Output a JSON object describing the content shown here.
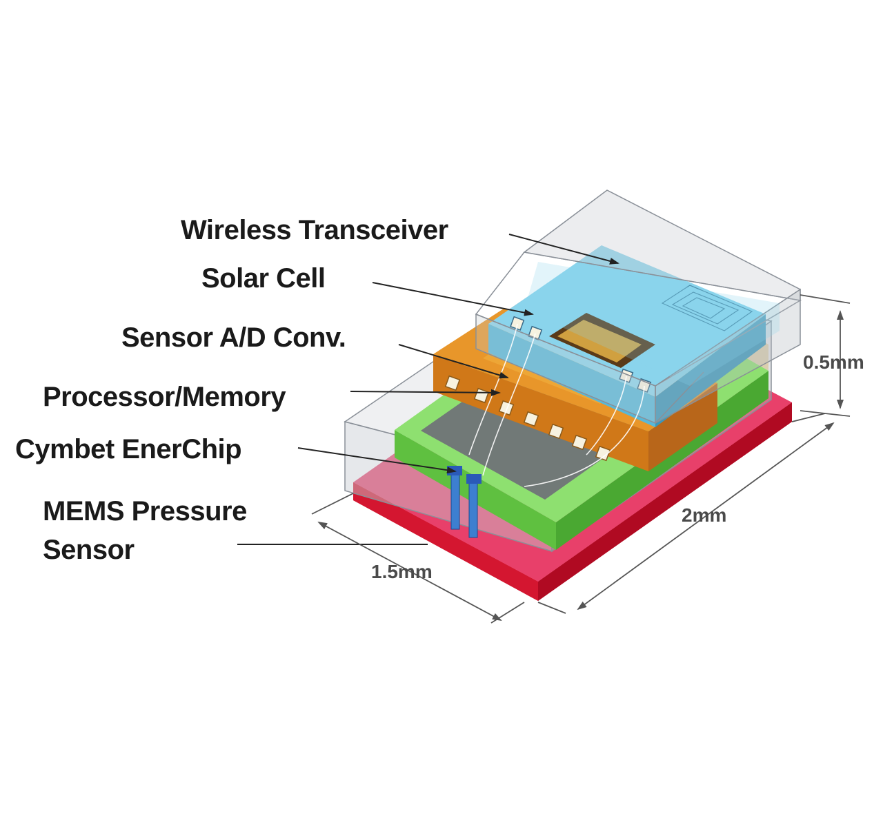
{
  "labels": {
    "wireless_transceiver": "Wireless Transceiver",
    "solar_cell": "Solar Cell",
    "sensor_ad_conv": "Sensor A/D Conv.",
    "processor_memory": "Processor/Memory",
    "cymbet_enerchip": "Cymbet EnerChip",
    "mems_line1": "MEMS Pressure",
    "mems_line2": "Sensor"
  },
  "dimensions": {
    "height": "0.5mm",
    "length": "2mm",
    "width": "1.5mm"
  },
  "colors": {
    "mems_base": "#e01030",
    "enerchip_layer": "#7ed957",
    "processor_layer": "#e08a1e",
    "solar_layer": "#6fcbe6",
    "enclosure": "#c8ccd2"
  }
}
